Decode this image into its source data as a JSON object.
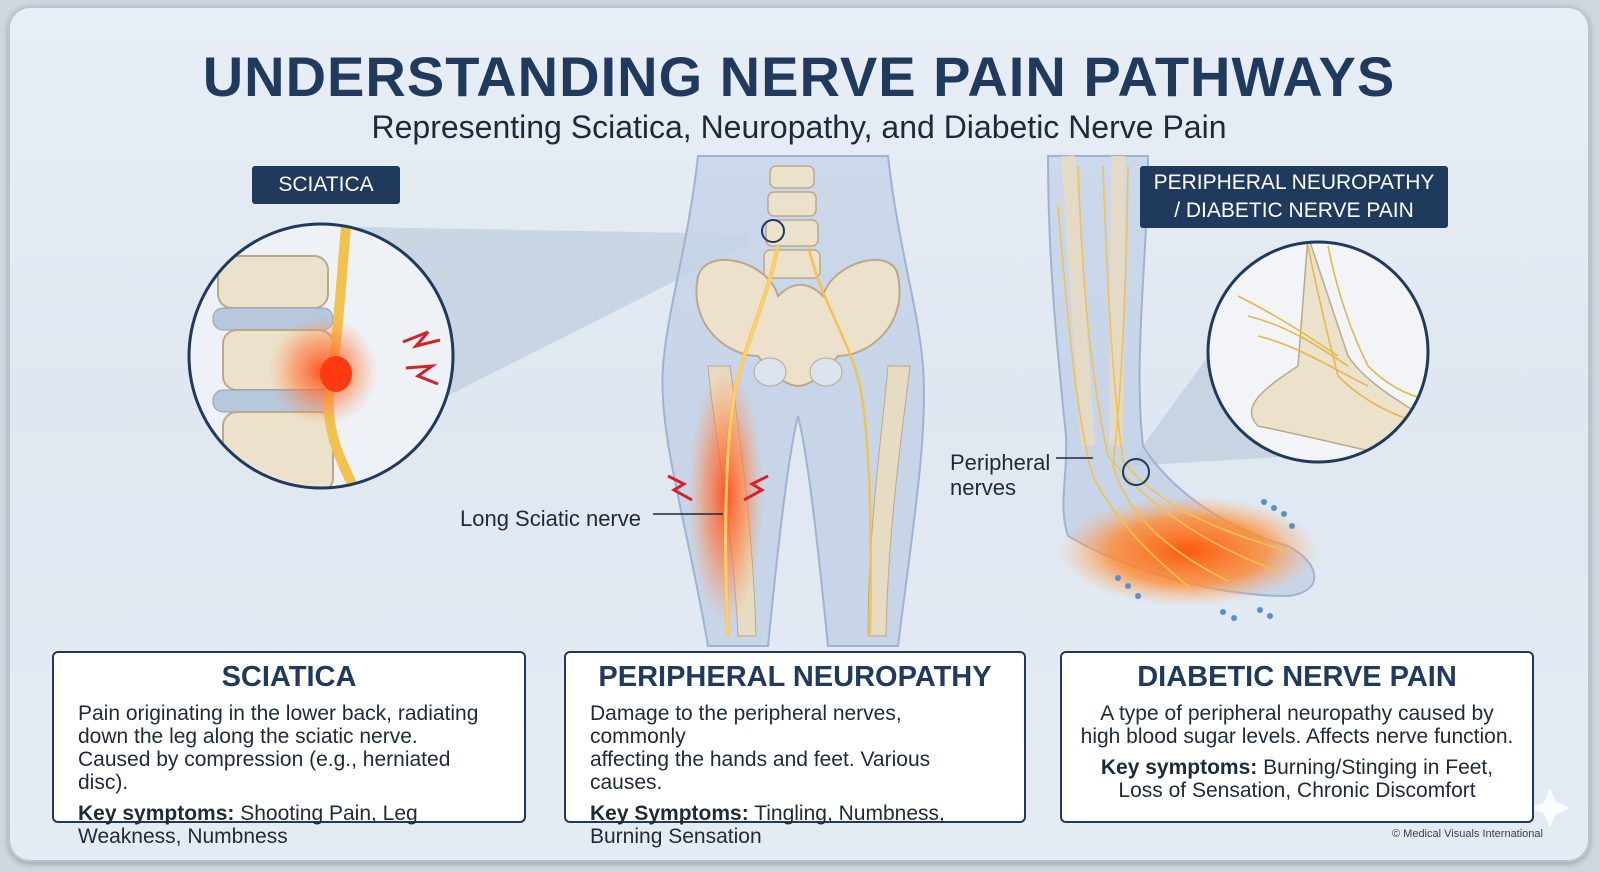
{
  "header": {
    "title": "UNDERSTANDING NERVE PAIN PATHWAYS",
    "subtitle": "Representing Sciatica, Neuropathy, and Diabetic Nerve Pain"
  },
  "tags": {
    "sciatica": "SCIATICA",
    "pn_line1": "PERIPHERAL NEUROPATHY",
    "pn_line2": "/ DIABETIC NERVE PAIN"
  },
  "callouts": {
    "sciatic_nerve": "Long Sciatic nerve",
    "peripheral_line1": "Peripheral",
    "peripheral_line2": "nerves"
  },
  "cards": [
    {
      "title": "SCIATICA",
      "description": "Pain originating in the lower back, radiating\ndown the leg along the sciatic nerve.\nCaused by compression (e.g., herniated disc).",
      "symptoms_label": "Key symptoms:",
      "symptoms": "Shooting Pain, Leg Weakness, Numbness"
    },
    {
      "title": "PERIPHERAL NEUROPATHY",
      "description": "Damage to the peripheral nerves, commonly\naffecting the hands and feet. Various causes.",
      "symptoms_label": "Key Symptoms:",
      "symptoms": "Tingling, Numbness, Burning Sensation"
    },
    {
      "title": "DIABETIC NERVE PAIN",
      "description": "A type of peripheral neuropathy caused by\nhigh blood sugar levels. Affects nerve function.",
      "symptoms_label": "Key symptoms:",
      "symptoms": "Burning/Stinging in Feet, Loss of Sensation, Chronic Discomfort"
    }
  ],
  "footer": {
    "copyright": "© Medical Visuals International"
  },
  "colors": {
    "navy": "#1f3a5c",
    "nerve": "#f2c14e",
    "pain": "#ff5a1f",
    "bone": "#ece2cc"
  }
}
